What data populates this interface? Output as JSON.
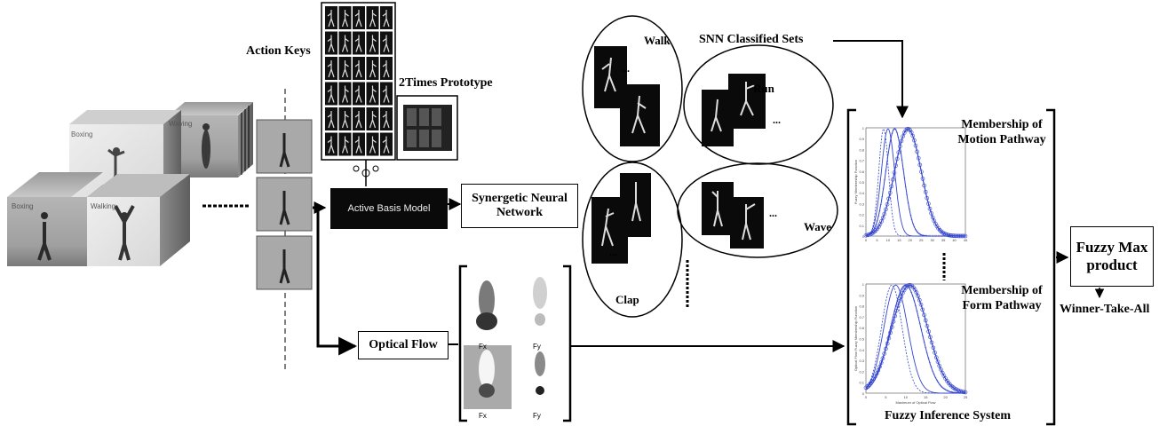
{
  "labels": {
    "action_keys": "Action Keys",
    "prototype": "2Times Prototype",
    "abm": "Active Basis Model",
    "snn": "Synergetic Neural Network",
    "snn_sets": "SNN Classified Sets",
    "optical_flow": "Optical Flow",
    "walk": "Walk",
    "run": "Run",
    "clap": "Clap",
    "wave": "Wave",
    "ellipsis": "...",
    "motion_membership": "Membership of Motion Pathway",
    "form_membership": "Membership of Form Pathway",
    "fis": "Fuzzy Inference System",
    "fuzzy_max": "Fuzzy Max product",
    "winner": "Winner-Take-All",
    "fx": "Fx",
    "fy": "Fy",
    "video_labels": [
      "Boxing",
      "Boxing",
      "Walking",
      "Waving"
    ],
    "motion_ylabel": "Fuzzy Membership Function",
    "motion_xlabel": "",
    "form_ylabel": "Optical Flow Fuzzy Membership Function",
    "form_xlabel": "Maximum of Optical Flow"
  },
  "motion_ticks_x": [
    "0",
    "5",
    "10",
    "15",
    "20",
    "25",
    "30",
    "35",
    "40",
    "45"
  ],
  "form_ticks_x": [
    "0",
    "5",
    "10",
    "15",
    "20",
    "25"
  ],
  "ticks_y": [
    "0",
    "0.1",
    "0.2",
    "0.3",
    "0.4",
    "0.5",
    "0.6",
    "0.7",
    "0.8",
    "0.9",
    "1"
  ],
  "colors": {
    "curve": "#3344cc",
    "dark": "#0a0a0a",
    "line": "#000000"
  }
}
